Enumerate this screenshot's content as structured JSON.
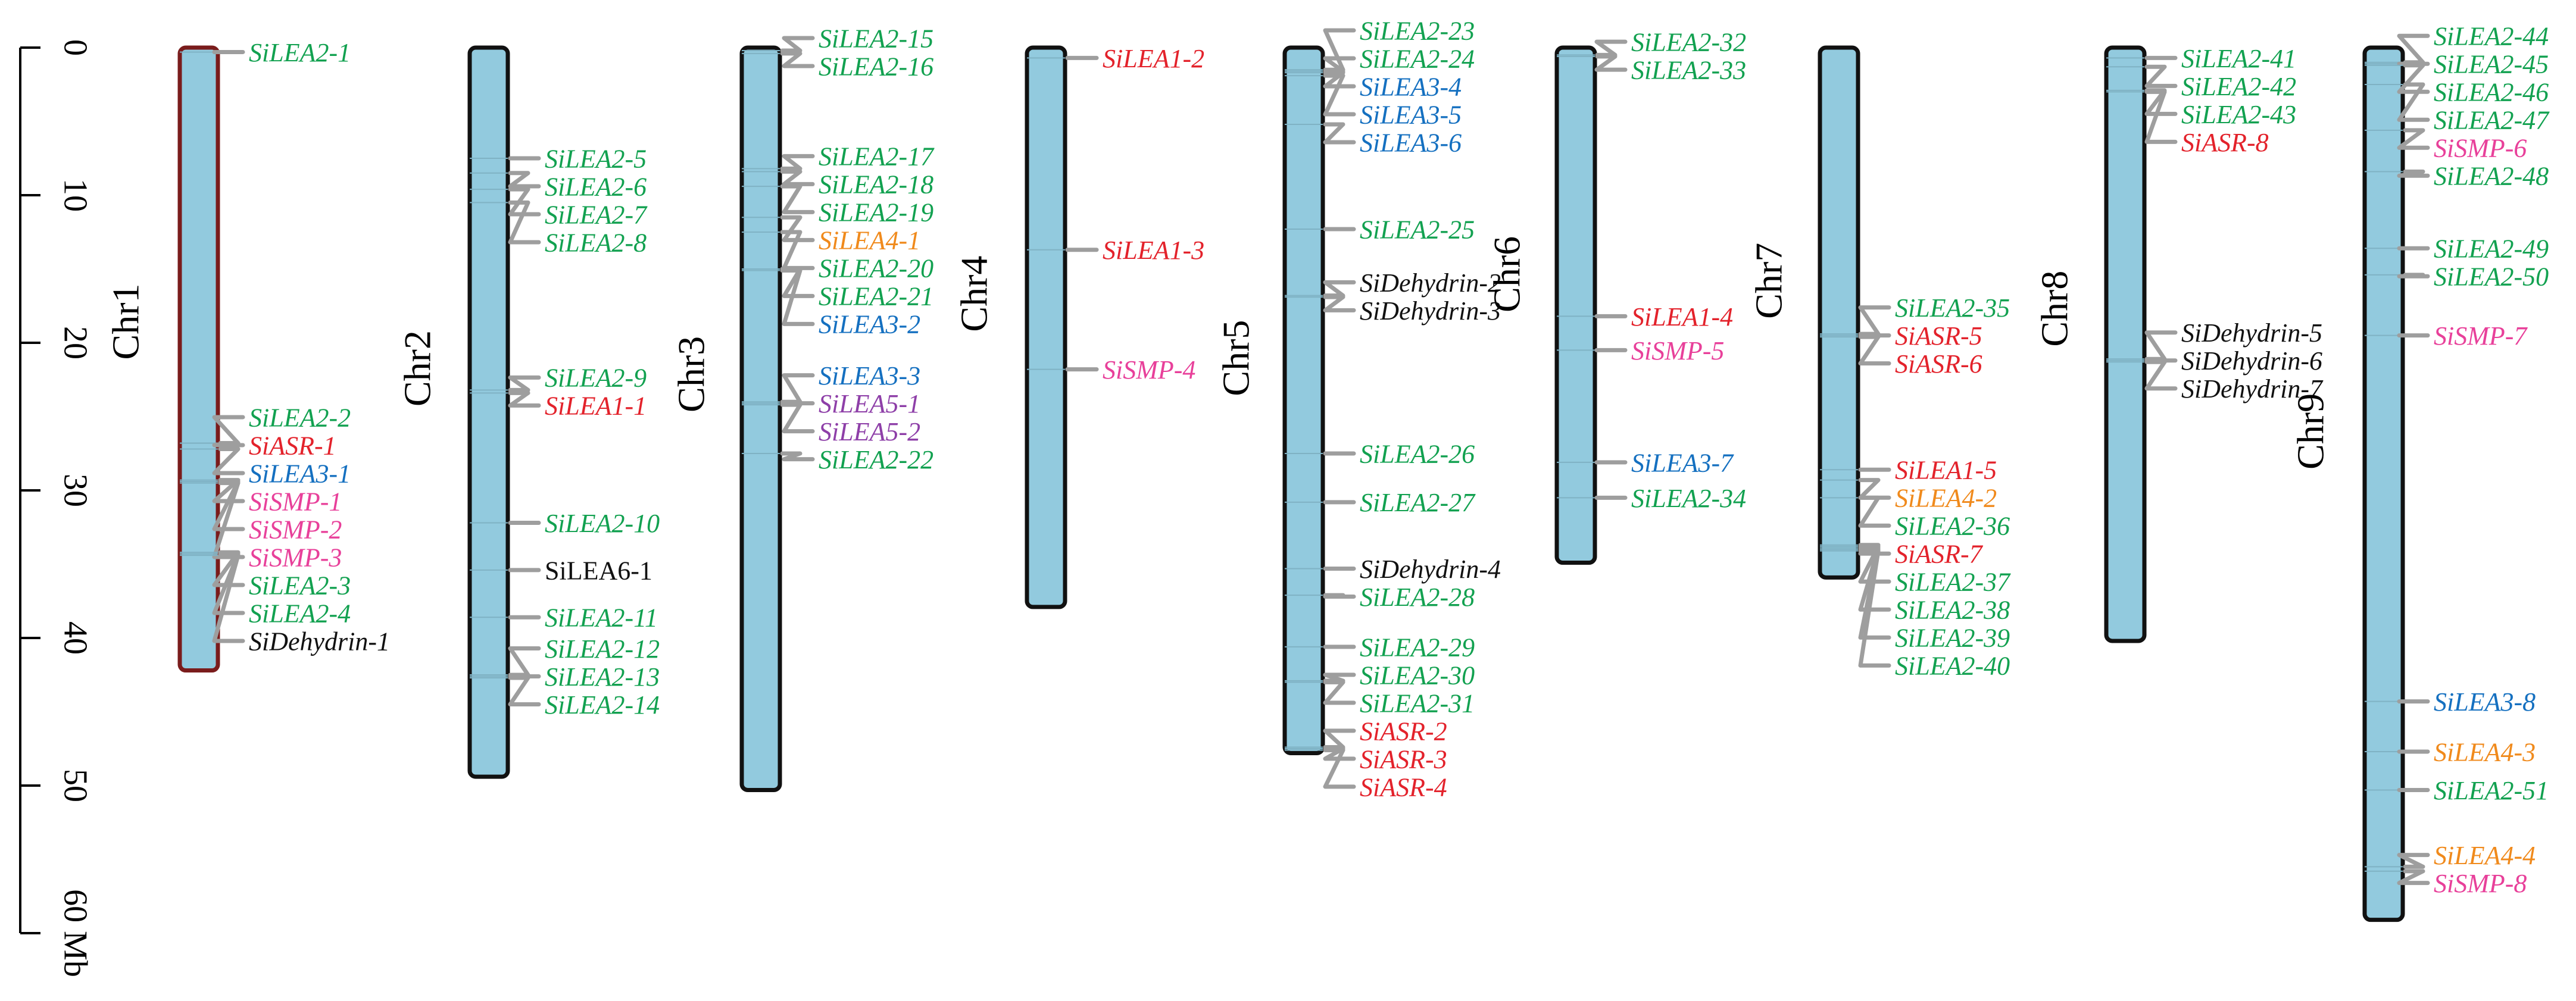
{
  "axis": {
    "ticks": [
      0,
      10,
      20,
      30,
      40,
      50
    ],
    "unit_label": "60 Mb",
    "max_value": 60
  },
  "colors": {
    "SiLEA2": "#12a150",
    "SiLEA1": "#e3222b",
    "SiASR": "#e3222b",
    "SiLEA3": "#1570c0",
    "SiSMP": "#e8409a",
    "SiLEA4": "#f08a1c",
    "SiLEA5": "#8e3fa8",
    "SiDehydrin": "#111111",
    "SiLEA6": "#111111",
    "chromosome_fill": "#92cade",
    "connector": "#9e9e9e"
  },
  "chromosomes": [
    {
      "name": "Chr1",
      "length_mb": 42.2,
      "selected": true,
      "genes": [
        {
          "label": "SiLEA2-1",
          "family": "SiLEA2",
          "pos_mb": 0.3
        },
        {
          "label": "SiLEA2-2",
          "family": "SiLEA2",
          "pos_mb": 26.8
        },
        {
          "label": "SiASR-1",
          "family": "SiASR",
          "pos_mb": 26.8
        },
        {
          "label": "SiLEA3-1",
          "family": "SiLEA3",
          "pos_mb": 27.2
        },
        {
          "label": "SiSMP-1",
          "family": "SiSMP",
          "pos_mb": 29.3
        },
        {
          "label": "SiSMP-2",
          "family": "SiSMP",
          "pos_mb": 29.4
        },
        {
          "label": "SiSMP-3",
          "family": "SiSMP",
          "pos_mb": 29.5
        },
        {
          "label": "SiLEA2-3",
          "family": "SiLEA2",
          "pos_mb": 34.2
        },
        {
          "label": "SiLEA2-4",
          "family": "SiLEA2",
          "pos_mb": 34.3
        },
        {
          "label": "SiDehydrin-1",
          "family": "SiDehydrin",
          "pos_mb": 34.4
        }
      ]
    },
    {
      "name": "Chr2",
      "length_mb": 49.4,
      "selected": false,
      "genes": [
        {
          "label": "SiLEA2-5",
          "family": "SiLEA2",
          "pos_mb": 7.5
        },
        {
          "label": "SiLEA2-6",
          "family": "SiLEA2",
          "pos_mb": 8.5
        },
        {
          "label": "SiLEA2-7",
          "family": "SiLEA2",
          "pos_mb": 9.6
        },
        {
          "label": "SiLEA2-8",
          "family": "SiLEA2",
          "pos_mb": 10.5
        },
        {
          "label": "SiLEA2-9",
          "family": "SiLEA2",
          "pos_mb": 23.2
        },
        {
          "label": "SiLEA1-1",
          "family": "SiLEA1",
          "pos_mb": 23.4
        },
        {
          "label": "SiLEA2-10",
          "family": "SiLEA2",
          "pos_mb": 32.2
        },
        {
          "label": "SiLEA6-1",
          "family": "SiLEA6",
          "pos_mb": 35.4
        },
        {
          "label": "SiLEA2-11",
          "family": "SiLEA2",
          "pos_mb": 38.6
        },
        {
          "label": "SiLEA2-12",
          "family": "SiLEA2",
          "pos_mb": 42.5
        },
        {
          "label": "SiLEA2-13",
          "family": "SiLEA2",
          "pos_mb": 42.6
        },
        {
          "label": "SiLEA2-14",
          "family": "SiLEA2",
          "pos_mb": 42.7
        }
      ]
    },
    {
      "name": "Chr3",
      "length_mb": 50.3,
      "selected": false,
      "genes": [
        {
          "label": "SiLEA2-15",
          "family": "SiLEA2",
          "pos_mb": 0.2
        },
        {
          "label": "SiLEA2-16",
          "family": "SiLEA2",
          "pos_mb": 0.4
        },
        {
          "label": "SiLEA2-17",
          "family": "SiLEA2",
          "pos_mb": 8.2
        },
        {
          "label": "SiLEA2-18",
          "family": "SiLEA2",
          "pos_mb": 8.4
        },
        {
          "label": "SiLEA2-19",
          "family": "SiLEA2",
          "pos_mb": 9.4
        },
        {
          "label": "SiLEA4-1",
          "family": "SiLEA4",
          "pos_mb": 11.5
        },
        {
          "label": "SiLEA2-20",
          "family": "SiLEA2",
          "pos_mb": 12.5
        },
        {
          "label": "SiLEA2-21",
          "family": "SiLEA2",
          "pos_mb": 15.0
        },
        {
          "label": "SiLEA3-2",
          "family": "SiLEA3",
          "pos_mb": 15.1
        },
        {
          "label": "SiLEA3-3",
          "family": "SiLEA3",
          "pos_mb": 24.0
        },
        {
          "label": "SiLEA5-1",
          "family": "SiLEA5",
          "pos_mb": 24.1
        },
        {
          "label": "SiLEA5-2",
          "family": "SiLEA5",
          "pos_mb": 24.2
        },
        {
          "label": "SiLEA2-22",
          "family": "SiLEA2",
          "pos_mb": 27.5
        }
      ]
    },
    {
      "name": "Chr4",
      "length_mb": 37.9,
      "selected": false,
      "genes": [
        {
          "label": "SiLEA1-2",
          "family": "SiLEA1",
          "pos_mb": 0.7
        },
        {
          "label": "SiLEA1-3",
          "family": "SiLEA1",
          "pos_mb": 13.7
        },
        {
          "label": "SiSMP-4",
          "family": "SiSMP",
          "pos_mb": 21.8
        }
      ]
    },
    {
      "name": "Chr5",
      "length_mb": 47.8,
      "selected": false,
      "genes": [
        {
          "label": "SiLEA2-23",
          "family": "SiLEA2",
          "pos_mb": 1.5
        },
        {
          "label": "SiLEA2-24",
          "family": "SiLEA2",
          "pos_mb": 1.6
        },
        {
          "label": "SiLEA3-4",
          "family": "SiLEA3",
          "pos_mb": 1.7
        },
        {
          "label": "SiLEA3-5",
          "family": "SiLEA3",
          "pos_mb": 1.9
        },
        {
          "label": "SiLEA3-6",
          "family": "SiLEA3",
          "pos_mb": 5.2
        },
        {
          "label": "SiLEA2-25",
          "family": "SiLEA2",
          "pos_mb": 12.3
        },
        {
          "label": "SiDehydrin-2",
          "family": "SiDehydrin",
          "pos_mb": 16.8
        },
        {
          "label": "SiDehydrin-3",
          "family": "SiDehydrin",
          "pos_mb": 16.9
        },
        {
          "label": "SiLEA2-26",
          "family": "SiLEA2",
          "pos_mb": 27.5
        },
        {
          "label": "SiLEA2-27",
          "family": "SiLEA2",
          "pos_mb": 30.8
        },
        {
          "label": "SiDehydrin-4",
          "family": "SiDehydrin",
          "pos_mb": 35.3
        },
        {
          "label": "SiLEA2-28",
          "family": "SiLEA2",
          "pos_mb": 37.1
        },
        {
          "label": "SiLEA2-29",
          "family": "SiLEA2",
          "pos_mb": 40.6
        },
        {
          "label": "SiLEA2-30",
          "family": "SiLEA2",
          "pos_mb": 42.9
        },
        {
          "label": "SiLEA2-31",
          "family": "SiLEA2",
          "pos_mb": 43.0
        },
        {
          "label": "SiASR-2",
          "family": "SiASR",
          "pos_mb": 47.4
        },
        {
          "label": "SiASR-3",
          "family": "SiASR",
          "pos_mb": 47.5
        },
        {
          "label": "SiASR-4",
          "family": "SiASR",
          "pos_mb": 47.6
        }
      ]
    },
    {
      "name": "Chr6",
      "length_mb": 34.9,
      "selected": false,
      "genes": [
        {
          "label": "SiLEA2-32",
          "family": "SiLEA2",
          "pos_mb": 0.5
        },
        {
          "label": "SiLEA2-33",
          "family": "SiLEA2",
          "pos_mb": 0.6
        },
        {
          "label": "SiLEA1-4",
          "family": "SiLEA1",
          "pos_mb": 18.2
        },
        {
          "label": "SiSMP-5",
          "family": "SiSMP",
          "pos_mb": 20.5
        },
        {
          "label": "SiLEA3-7",
          "family": "SiLEA3",
          "pos_mb": 28.1
        },
        {
          "label": "SiLEA2-34",
          "family": "SiLEA2",
          "pos_mb": 30.5
        }
      ]
    },
    {
      "name": "Chr7",
      "length_mb": 35.9,
      "selected": false,
      "genes": [
        {
          "label": "SiLEA2-35",
          "family": "SiLEA2",
          "pos_mb": 19.4
        },
        {
          "label": "SiASR-5",
          "family": "SiASR",
          "pos_mb": 19.5
        },
        {
          "label": "SiASR-6",
          "family": "SiASR",
          "pos_mb": 19.6
        },
        {
          "label": "SiLEA1-5",
          "family": "SiLEA1",
          "pos_mb": 28.6
        },
        {
          "label": "SiLEA4-2",
          "family": "SiLEA4",
          "pos_mb": 29.3
        },
        {
          "label": "SiLEA2-36",
          "family": "SiLEA2",
          "pos_mb": 30.5
        },
        {
          "label": "SiASR-7",
          "family": "SiASR",
          "pos_mb": 33.7
        },
        {
          "label": "SiLEA2-37",
          "family": "SiLEA2",
          "pos_mb": 33.8
        },
        {
          "label": "SiLEA2-38",
          "family": "SiLEA2",
          "pos_mb": 33.9
        },
        {
          "label": "SiLEA2-39",
          "family": "SiLEA2",
          "pos_mb": 34.0
        },
        {
          "label": "SiLEA2-40",
          "family": "SiLEA2",
          "pos_mb": 34.1
        }
      ]
    },
    {
      "name": "Chr8",
      "length_mb": 40.2,
      "selected": false,
      "genes": [
        {
          "label": "SiLEA2-41",
          "family": "SiLEA2",
          "pos_mb": 0.7
        },
        {
          "label": "SiLEA2-42",
          "family": "SiLEA2",
          "pos_mb": 1.3
        },
        {
          "label": "SiLEA2-43",
          "family": "SiLEA2",
          "pos_mb": 2.9
        },
        {
          "label": "SiASR-8",
          "family": "SiASR",
          "pos_mb": 3.0
        },
        {
          "label": "SiDehydrin-5",
          "family": "SiDehydrin",
          "pos_mb": 21.1
        },
        {
          "label": "SiDehydrin-6",
          "family": "SiDehydrin",
          "pos_mb": 21.2
        },
        {
          "label": "SiDehydrin-7",
          "family": "SiDehydrin",
          "pos_mb": 21.3
        }
      ]
    },
    {
      "name": "Chr9",
      "length_mb": 59.1,
      "selected": false,
      "genes": [
        {
          "label": "SiLEA2-44",
          "family": "SiLEA2",
          "pos_mb": 1.0
        },
        {
          "label": "SiLEA2-45",
          "family": "SiLEA2",
          "pos_mb": 1.1
        },
        {
          "label": "SiLEA2-46",
          "family": "SiLEA2",
          "pos_mb": 1.2
        },
        {
          "label": "SiLEA2-47",
          "family": "SiLEA2",
          "pos_mb": 2.5
        },
        {
          "label": "SiSMP-6",
          "family": "SiSMP",
          "pos_mb": 5.6
        },
        {
          "label": "SiLEA2-48",
          "family": "SiLEA2",
          "pos_mb": 8.4
        },
        {
          "label": "SiLEA2-49",
          "family": "SiLEA2",
          "pos_mb": 13.6
        },
        {
          "label": "SiLEA2-50",
          "family": "SiLEA2",
          "pos_mb": 15.4
        },
        {
          "label": "SiSMP-7",
          "family": "SiSMP",
          "pos_mb": 19.5
        },
        {
          "label": "SiLEA3-8",
          "family": "SiLEA3",
          "pos_mb": 44.3
        },
        {
          "label": "SiLEA4-3",
          "family": "SiLEA4",
          "pos_mb": 47.7
        },
        {
          "label": "SiLEA2-51",
          "family": "SiLEA2",
          "pos_mb": 50.3
        },
        {
          "label": "SiLEA4-4",
          "family": "SiLEA4",
          "pos_mb": 55.5
        },
        {
          "label": "SiSMP-8",
          "family": "SiSMP",
          "pos_mb": 55.8
        }
      ]
    }
  ]
}
